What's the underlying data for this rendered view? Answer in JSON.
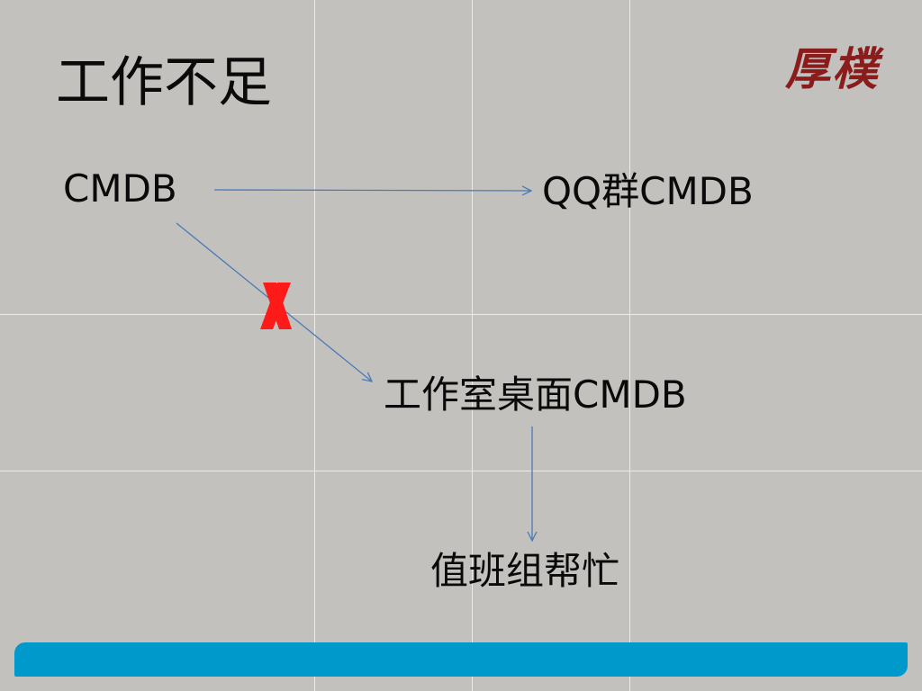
{
  "slide": {
    "title": "工作不足",
    "logo_text": "厚樸",
    "nodes": {
      "cmdb": "CMDB",
      "qq_group": "QQ群CMDB",
      "studio_desktop": "工作室桌面CMDB",
      "duty_team": "值班组帮忙"
    },
    "colors": {
      "background": "#c3c1bd",
      "arrow": "#4a7ab8",
      "cross_mark": "#ff1a1a",
      "accent_bar": "#0099cc",
      "logo": "#8b1c1c"
    }
  }
}
